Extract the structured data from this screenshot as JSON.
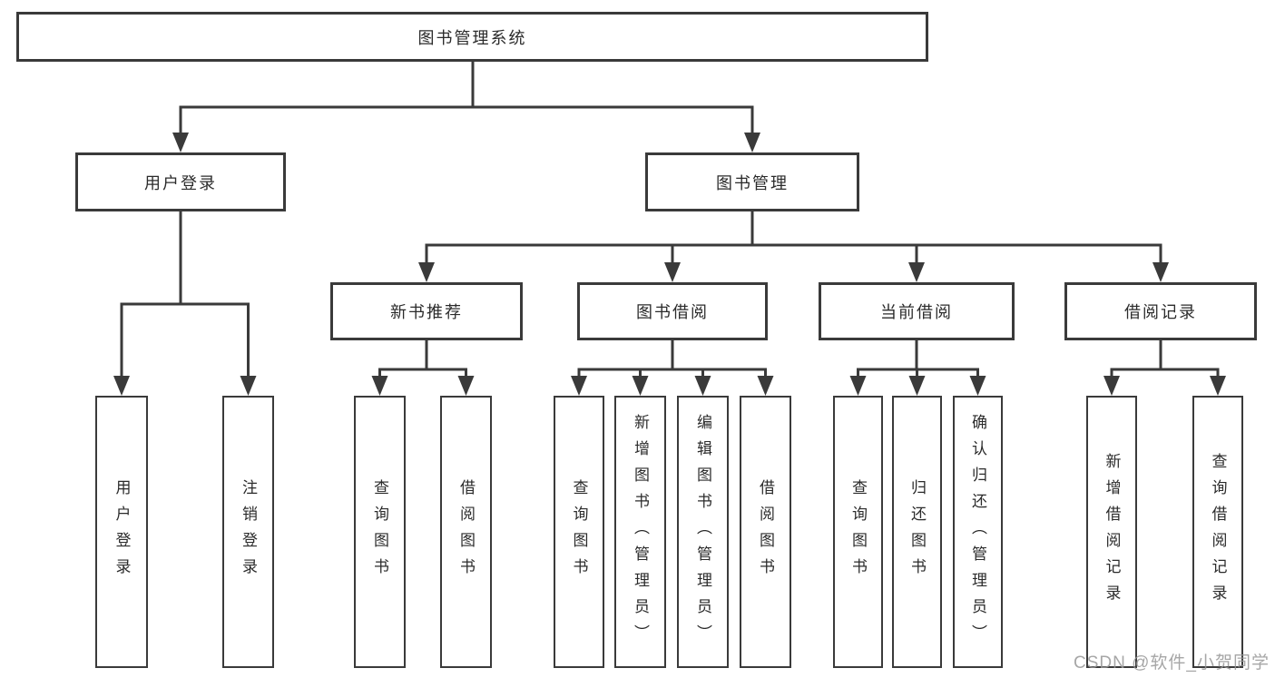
{
  "root": {
    "label": "图书管理系统"
  },
  "user_login": {
    "label": "用户登录",
    "children": [
      {
        "label": "用户登录"
      },
      {
        "label": "注销登录"
      }
    ]
  },
  "book_mgmt": {
    "label": "图书管理",
    "sections": {
      "new_books": {
        "label": "新书推荐",
        "children": [
          {
            "label": "查询图书"
          },
          {
            "label": "借阅图书"
          }
        ]
      },
      "book_borrow": {
        "label": "图书借阅",
        "children": [
          {
            "label": "查询图书"
          },
          {
            "label": "新增图书（管理员）"
          },
          {
            "label": "编辑图书（管理员）"
          },
          {
            "label": "借阅图书"
          }
        ]
      },
      "current_borrow": {
        "label": "当前借阅",
        "children": [
          {
            "label": "查询图书"
          },
          {
            "label": "归还图书"
          },
          {
            "label": "确认归还（管理员）"
          }
        ]
      },
      "borrow_records": {
        "label": "借阅记录",
        "children": [
          {
            "label": "新增借阅记录"
          },
          {
            "label": "查询借阅记录"
          }
        ]
      }
    }
  },
  "watermark": {
    "text": "CSDN @软件_小贺同学"
  },
  "colors": {
    "line": "#3a3a3a",
    "text": "#2b2b2b",
    "box_fill": "#ffffff",
    "background": "#ffffff",
    "watermark": "#969696"
  }
}
